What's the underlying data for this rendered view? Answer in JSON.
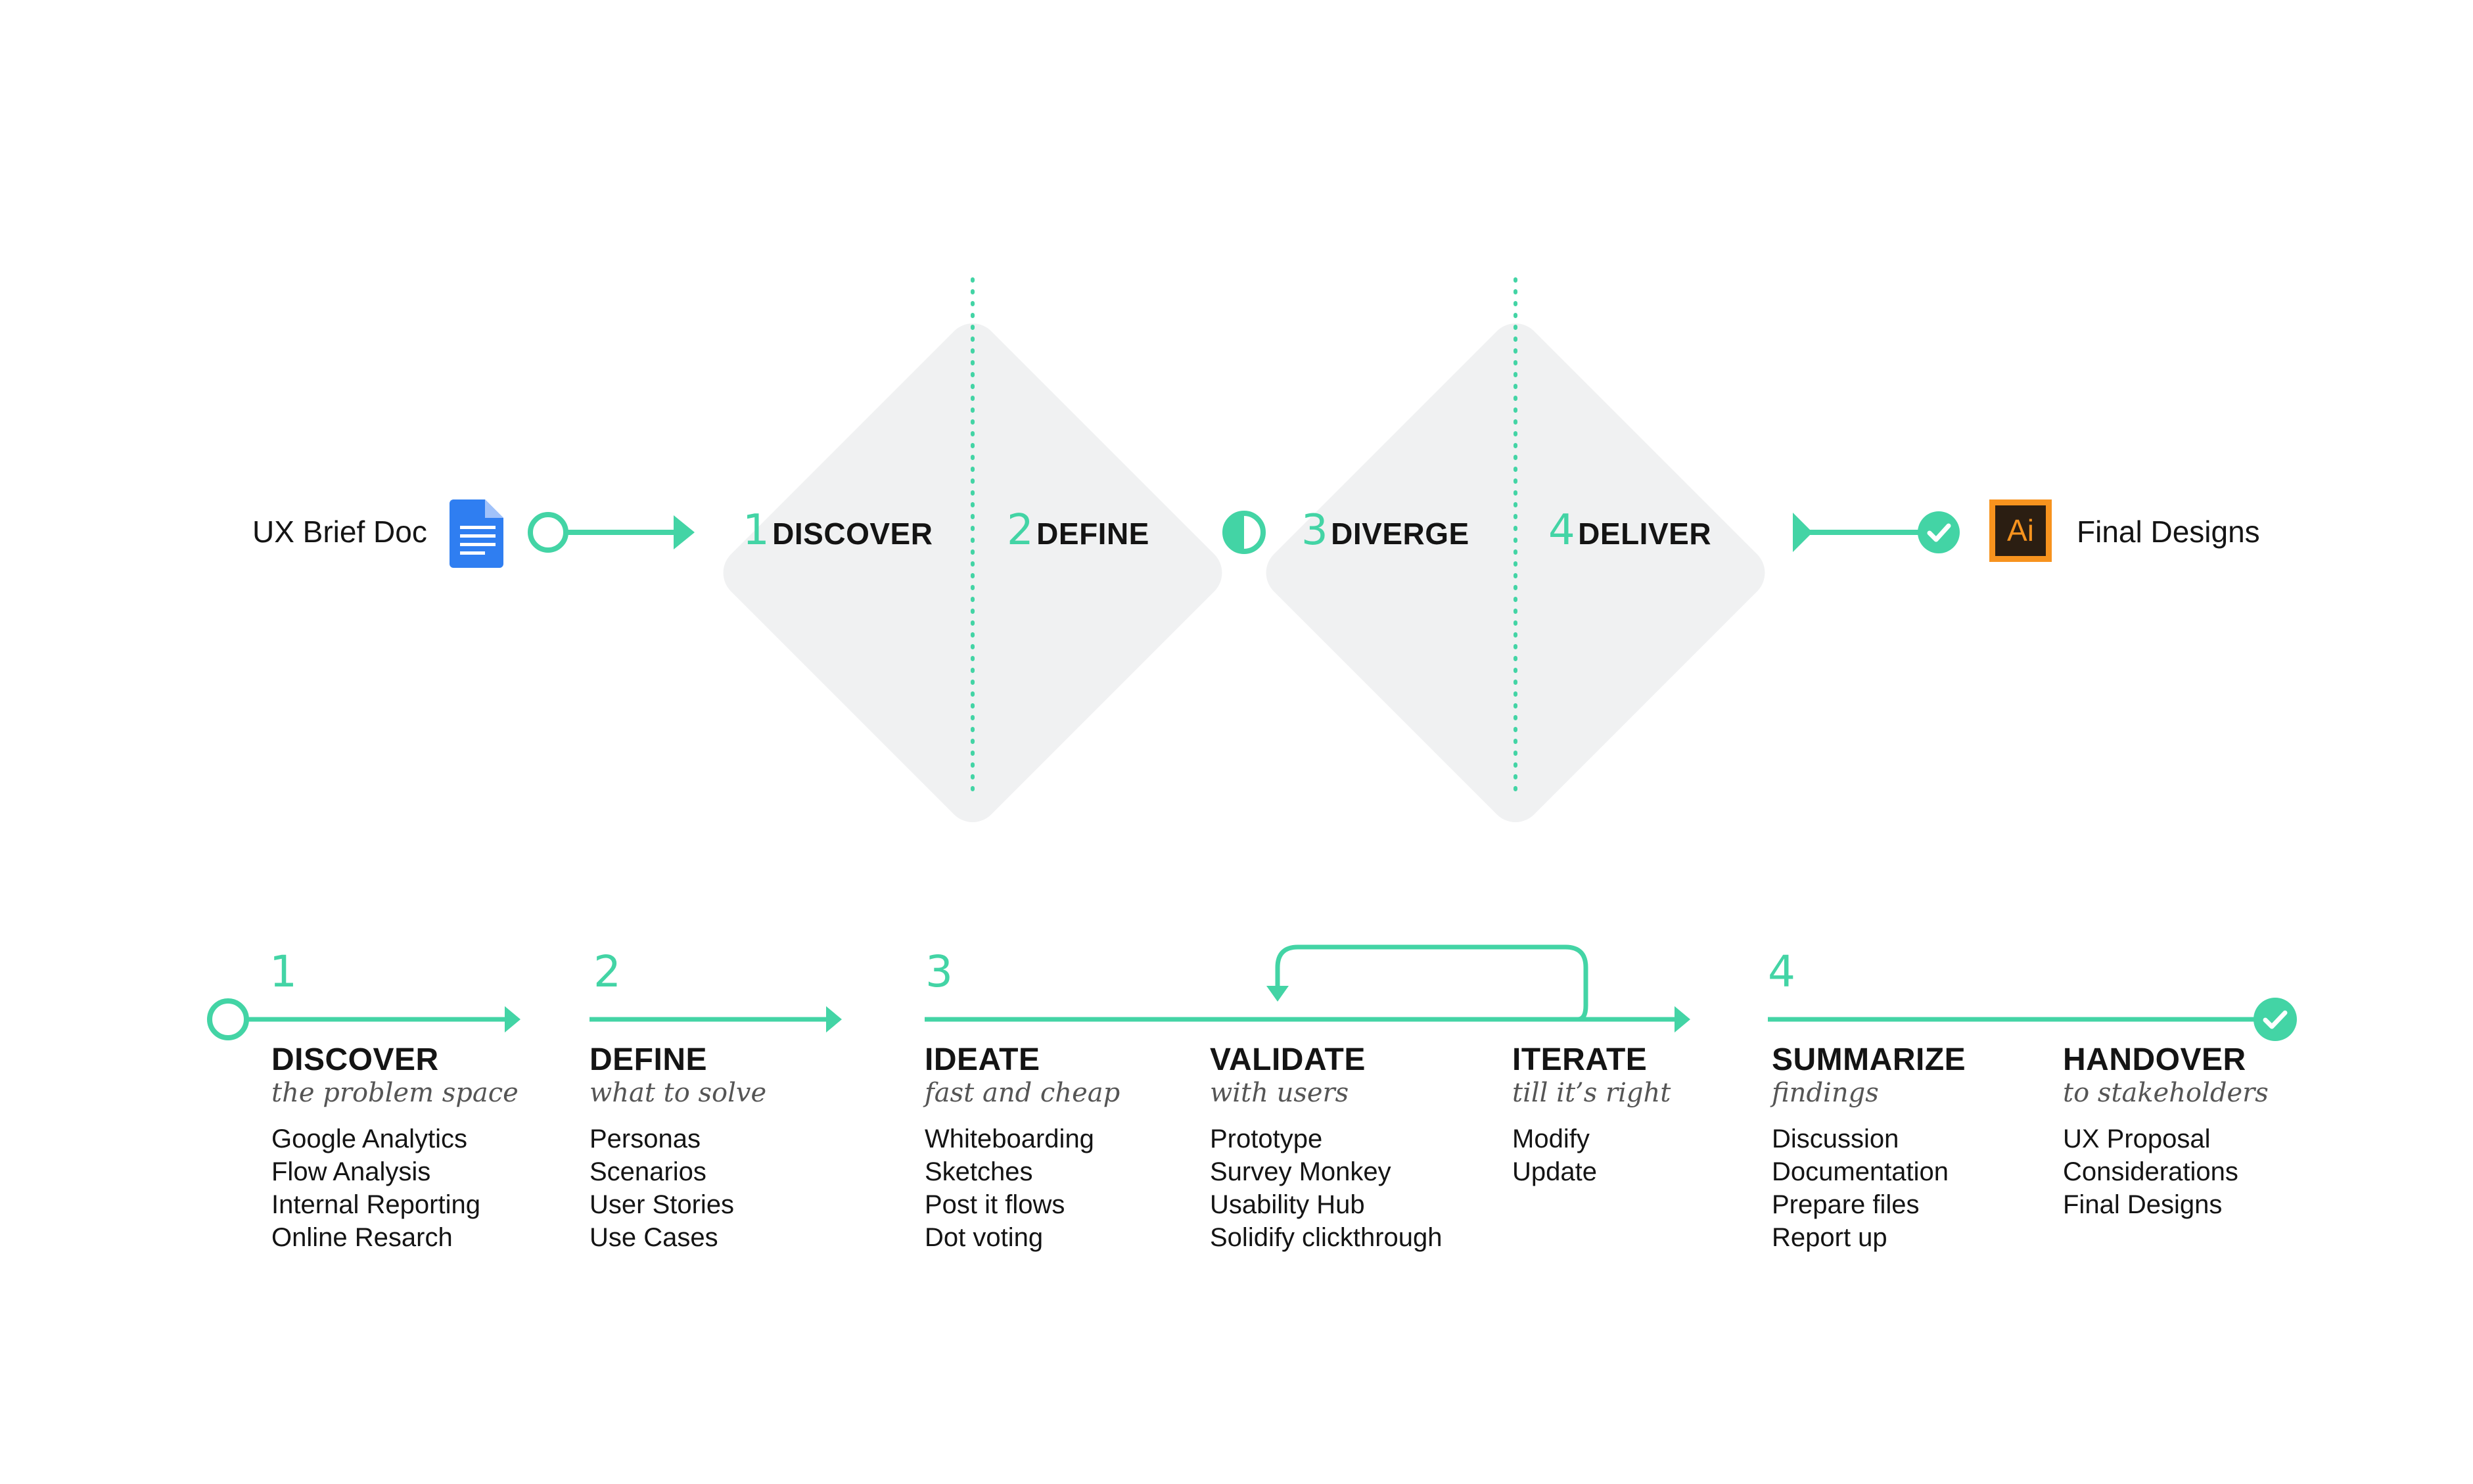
{
  "colors": {
    "accent": "#43d4a5",
    "diamond": "#f0f1f2",
    "text": "#141414",
    "ai_orange": "#f7931e",
    "ai_dark": "#2b1e12",
    "docs_blue": "#2f7ef1"
  },
  "top": {
    "input_label": "UX Brief Doc",
    "input_icon": "google-docs-icon",
    "output_label": "Final Designs",
    "output_icon": "illustrator-icon",
    "output_icon_text": "Ai",
    "phases": [
      {
        "num": "1",
        "name": "DISCOVER"
      },
      {
        "num": "2",
        "name": "DEFINE"
      },
      {
        "num": "3",
        "name": "DIVERGE"
      },
      {
        "num": "4",
        "name": "DELIVER"
      }
    ]
  },
  "stages": [
    {
      "num": "1",
      "title": "DISCOVER",
      "sub": "the problem space",
      "items": [
        "Google Analytics",
        "Flow Analysis",
        "Internal Reporting",
        "Online Resarch"
      ]
    },
    {
      "num": "2",
      "title": "DEFINE",
      "sub": "what to solve",
      "items": [
        "Personas",
        "Scenarios",
        "User Stories",
        "Use Cases"
      ]
    },
    {
      "num": "3",
      "title": "IDEATE",
      "sub": "fast and cheap",
      "items": [
        "Whiteboarding",
        "Sketches",
        "Post it flows",
        "Dot voting"
      ]
    },
    {
      "num": "",
      "title": "VALIDATE",
      "sub": "with users",
      "items": [
        "Prototype",
        "Survey Monkey",
        "Usability Hub",
        "Solidify clickthrough"
      ]
    },
    {
      "num": "",
      "title": "ITERATE",
      "sub": "till it’s right",
      "items": [
        "Modify",
        "Update"
      ]
    },
    {
      "num": "4",
      "title": "SUMMARIZE",
      "sub": "findings",
      "items": [
        "Discussion",
        "Documentation",
        "Prepare files",
        "Report up"
      ]
    },
    {
      "num": "",
      "title": "HANDOVER",
      "sub": "to stakeholders",
      "items": [
        "UX Proposal",
        "Considerations",
        "Final Designs"
      ]
    }
  ]
}
